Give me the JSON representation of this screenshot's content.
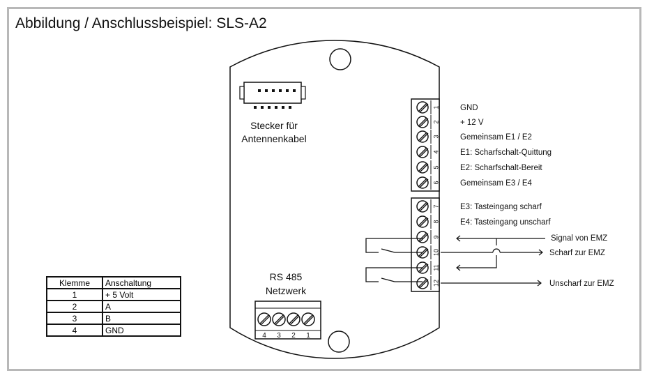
{
  "title": "Abbildung / Anschlussbeispiel: SLS-A2",
  "connector": {
    "label_line1": "Stecker für",
    "label_line2": "Antennenkabel"
  },
  "rs485": {
    "label_line1": "RS 485",
    "label_line2": "Netzwerk",
    "terminals": [
      "4",
      "3",
      "2",
      "1"
    ]
  },
  "terminals": [
    {
      "num": "1",
      "label": "GND"
    },
    {
      "num": "2",
      "label": "+ 12 V"
    },
    {
      "num": "3",
      "label": "Gemeinsam E1 / E2"
    },
    {
      "num": "4",
      "label": "E1: Scharfschalt-Quittung"
    },
    {
      "num": "5",
      "label": "E2: Scharfschalt-Bereit"
    },
    {
      "num": "6",
      "label": "Gemeinsam E3 / E4"
    },
    {
      "num": "7",
      "label": "E3: Tasteingang scharf"
    },
    {
      "num": "8",
      "label": "E4: Tasteingang unscharf"
    },
    {
      "num": "9",
      "label": ""
    },
    {
      "num": "10",
      "label": ""
    },
    {
      "num": "11",
      "label": ""
    },
    {
      "num": "12",
      "label": ""
    }
  ],
  "signals": {
    "signal_von_emz": "Signal von EMZ",
    "scharf_zur_emz": "Scharf zur EMZ",
    "unscharf_zur_emz": "Unscharf zur EMZ"
  },
  "table": {
    "headers": [
      "Klemme",
      "Anschaltung"
    ],
    "rows": [
      [
        "1",
        "+ 5 Volt"
      ],
      [
        "2",
        "A"
      ],
      [
        "3",
        "B"
      ],
      [
        "4",
        "GND"
      ]
    ]
  }
}
